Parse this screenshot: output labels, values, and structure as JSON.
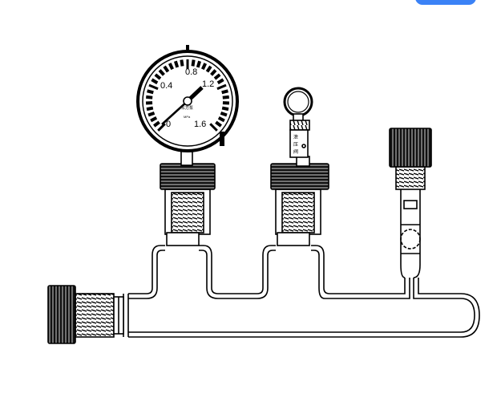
{
  "gauge": {
    "scale_labels": [
      "0",
      "0.4",
      "0.8",
      "1.2",
      "1.6"
    ],
    "unit_text": "MPa",
    "brand_text": "东方泵"
  },
  "relief_valve": {
    "label": "泄压阀"
  },
  "colors": {
    "stroke": "#000000",
    "fill": "#ffffff",
    "accent_button": "#3b82f6"
  }
}
